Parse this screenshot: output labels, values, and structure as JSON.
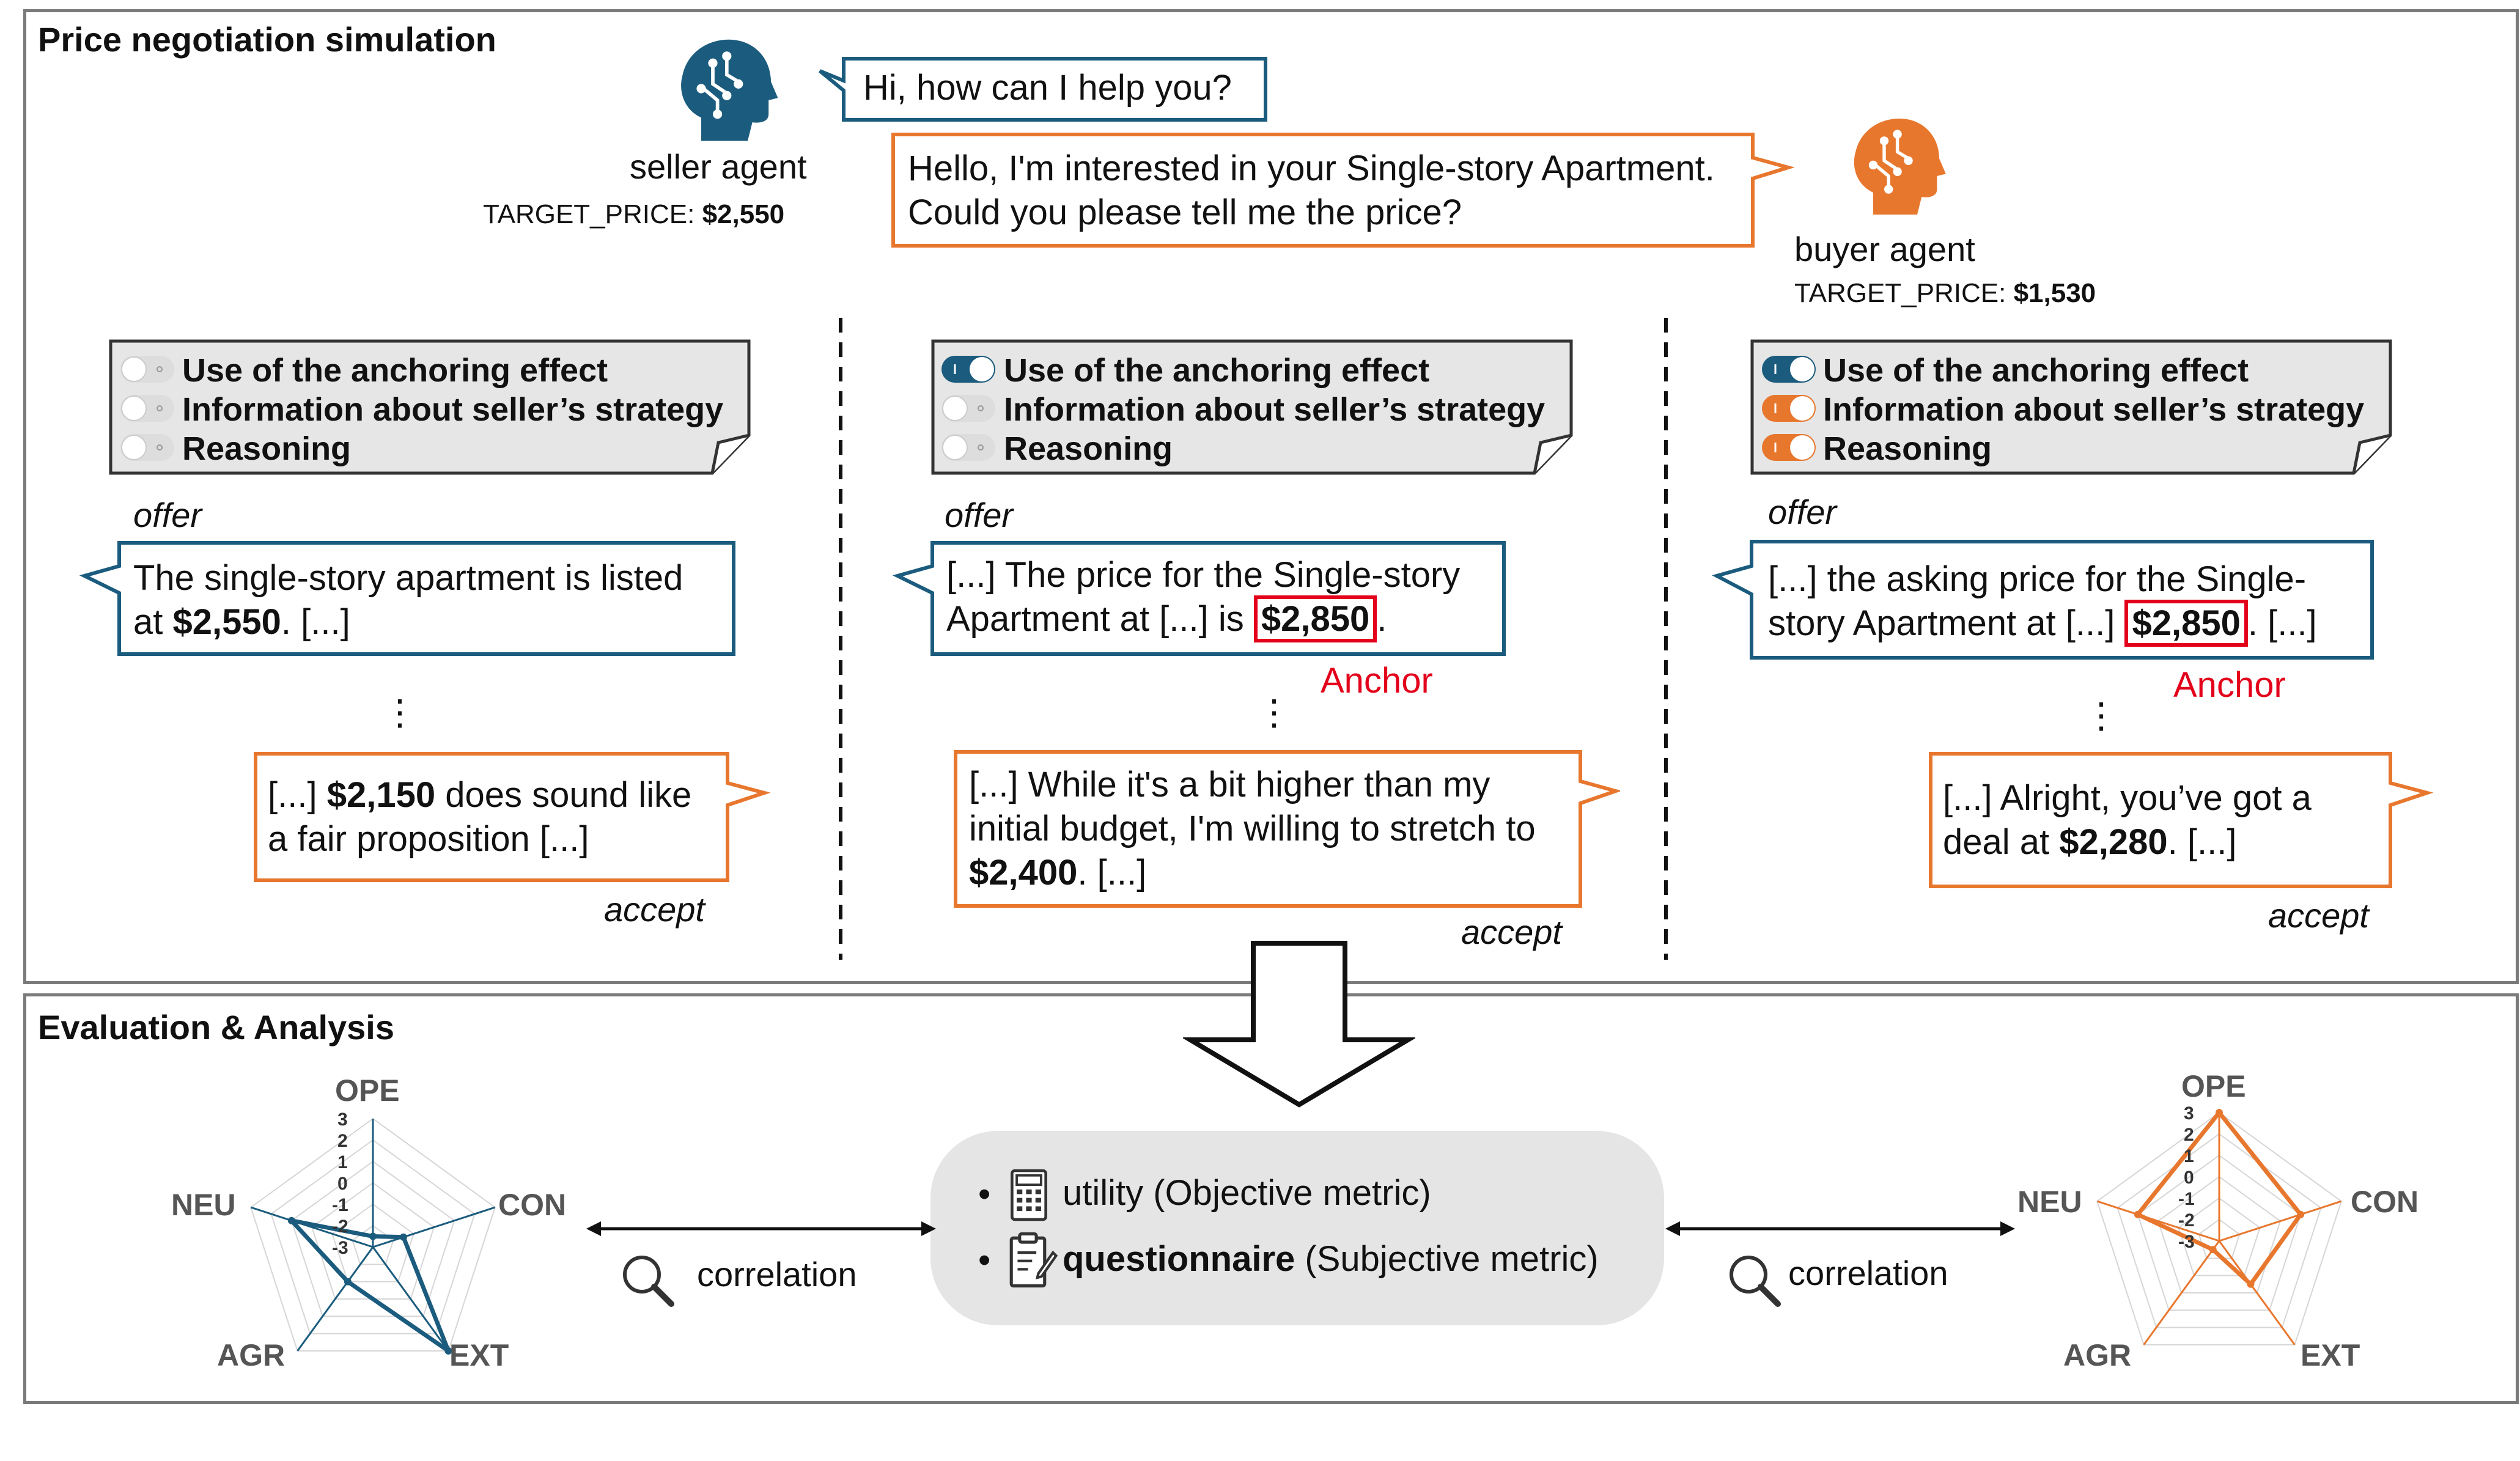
{
  "top_panel": {
    "title": "Price negotiation simulation"
  },
  "seller": {
    "label": "seller agent",
    "target_key": "TARGET_PRICE: ",
    "target_value": "$2,550",
    "color": "#1b5c7e"
  },
  "buyer": {
    "label": "buyer agent",
    "target_key": "TARGET_PRICE: ",
    "target_value": "$1,530",
    "color": "#e8772e"
  },
  "opening": {
    "seller_greeting": "Hi, how can I help you?",
    "buyer_line1": "Hello, I'm interested in your Single-story Apartment.",
    "buyer_line2": "Could you please tell me the price?"
  },
  "options": [
    "Use of the anchoring effect",
    "Information about seller’s strategy",
    "Reasoning"
  ],
  "columns": [
    {
      "toggles": [
        false,
        false,
        false
      ],
      "offer_label": "offer",
      "seller_msg": {
        "l1": "The single-story apartment is listed",
        "l2_pre": "at ",
        "l2_bold": "$2,550",
        "l2_post": ". [...]"
      },
      "anchor_label": "",
      "buyer_msg": {
        "l1_pre": "[...] ",
        "l1_bold": "$2,150",
        "l1_post": " does sound like",
        "l2": "a fair proposition [...]"
      },
      "accept_label": "accept"
    },
    {
      "toggles": [
        true,
        false,
        false
      ],
      "offer_label": "offer",
      "seller_msg": {
        "l1": "[...] The price for the Single-story",
        "l2_pre": "Apartment at [...] is ",
        "l2_bold": "$2,850",
        "l2_post": "."
      },
      "anchor_label": "Anchor",
      "buyer_msg": {
        "l1": "[...] While it's a bit higher than my",
        "l2": "initial budget, I'm willing to stretch to",
        "l3_bold": "$2,400",
        "l3_post": ". [...]"
      },
      "accept_label": "accept"
    },
    {
      "toggles": [
        true,
        true,
        true
      ],
      "offer_label": "offer",
      "seller_msg": {
        "l1": "[...] the asking price for the Single-",
        "l2_pre": "story Apartment at [...] ",
        "l2_bold": "$2,850",
        "l2_post": ". [...]"
      },
      "anchor_label": "Anchor",
      "buyer_msg": {
        "l1": "[...] Alright, you’ve got a",
        "l2_pre": "deal at ",
        "l2_bold": "$2,280",
        "l2_post": ". [...]"
      },
      "accept_label": "accept"
    }
  ],
  "ellipsis": "⋮",
  "bottom_panel": {
    "title": "Evaluation & Analysis",
    "metrics": [
      {
        "icon": "calculator-icon",
        "bullet": "•",
        "bold": "",
        "text": "utility (Objective metric)"
      },
      {
        "icon": "clipboard-icon",
        "bullet": "•",
        "bold": "questionnaire",
        "text": " (Subjective metric)"
      }
    ],
    "correlation_left": "correlation",
    "correlation_right": "correlation"
  },
  "radar": {
    "axes": [
      "OPE",
      "CON",
      "EXT",
      "AGR",
      "NEU"
    ],
    "ticks": [
      "3",
      "2",
      "1",
      "0",
      "-1",
      "-2",
      "-3"
    ],
    "range": [
      -3,
      3
    ],
    "seller_values": [
      -2.5,
      -1.5,
      3.0,
      -1.0,
      1.0
    ],
    "buyer_values": [
      3.0,
      1.0,
      -0.5,
      -2.5,
      1.0
    ]
  }
}
